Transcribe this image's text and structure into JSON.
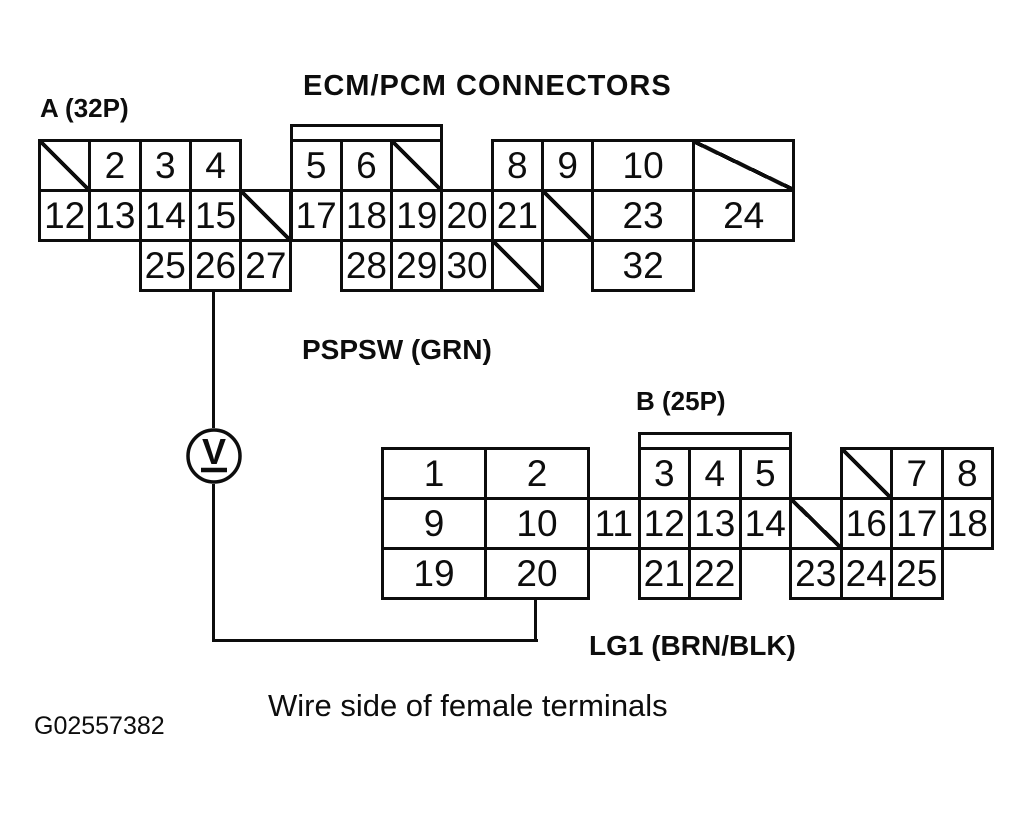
{
  "title": "ECM/PCM CONNECTORS",
  "footer_note": "Wire side of female terminals",
  "figure_id": "G02557382",
  "colors": {
    "line": "#0d0d0d",
    "background": "#ffffff"
  },
  "meter": {
    "type": "voltmeter",
    "letter": "V"
  },
  "connector_a": {
    "label": "A (32P)",
    "signal_label": "PSPSW (GRN)",
    "probed_pin": "26",
    "rows": [
      [
        {
          "c": 0,
          "type": "no-pin"
        },
        {
          "c": 1,
          "label": "2"
        },
        {
          "c": 2,
          "label": "3"
        },
        {
          "c": 3,
          "label": "4"
        },
        {
          "c": 5,
          "label": "5"
        },
        {
          "c": 6,
          "label": "6"
        },
        {
          "c": 7,
          "type": "no-pin"
        },
        {
          "c": 9,
          "label": "8"
        },
        {
          "c": 10,
          "label": "9"
        },
        {
          "c": 11,
          "s": 2,
          "label": "10"
        },
        {
          "c": 13,
          "s": 2,
          "type": "no-pin"
        }
      ],
      [
        {
          "c": 0,
          "label": "12"
        },
        {
          "c": 1,
          "label": "13"
        },
        {
          "c": 2,
          "label": "14"
        },
        {
          "c": 3,
          "label": "15"
        },
        {
          "c": 4,
          "type": "no-pin"
        },
        {
          "c": 5,
          "label": "17"
        },
        {
          "c": 6,
          "label": "18"
        },
        {
          "c": 7,
          "label": "19"
        },
        {
          "c": 8,
          "label": "20"
        },
        {
          "c": 9,
          "label": "21"
        },
        {
          "c": 10,
          "type": "no-pin"
        },
        {
          "c": 11,
          "s": 2,
          "label": "23"
        },
        {
          "c": 13,
          "s": 2,
          "label": "24"
        }
      ],
      [
        {
          "c": 2,
          "label": "25"
        },
        {
          "c": 3,
          "label": "26"
        },
        {
          "c": 4,
          "label": "27"
        },
        {
          "c": 6,
          "label": "28"
        },
        {
          "c": 7,
          "label": "29"
        },
        {
          "c": 8,
          "label": "30"
        },
        {
          "c": 9,
          "type": "no-pin"
        },
        {
          "c": 11,
          "s": 2,
          "label": "32"
        }
      ]
    ]
  },
  "connector_b": {
    "label": "B (25P)",
    "signal_label": "LG1 (BRN/BLK)",
    "probed_pin": "20",
    "rows": [
      [
        {
          "c": 0,
          "label": "1"
        },
        {
          "c": 1,
          "label": "2"
        },
        {
          "c": 3,
          "label": "3"
        },
        {
          "c": 4,
          "label": "4"
        },
        {
          "c": 5,
          "label": "5"
        },
        {
          "c": 7,
          "type": "no-pin"
        },
        {
          "c": 8,
          "label": "7"
        },
        {
          "c": 9,
          "label": "8"
        }
      ],
      [
        {
          "c": 0,
          "label": "9"
        },
        {
          "c": 1,
          "label": "10"
        },
        {
          "c": 2,
          "label": "11"
        },
        {
          "c": 3,
          "label": "12"
        },
        {
          "c": 4,
          "label": "13"
        },
        {
          "c": 5,
          "label": "14"
        },
        {
          "c": 6,
          "type": "no-pin"
        },
        {
          "c": 7,
          "label": "16"
        },
        {
          "c": 8,
          "label": "17"
        },
        {
          "c": 9,
          "label": "18"
        }
      ],
      [
        {
          "c": 0,
          "label": "19"
        },
        {
          "c": 1,
          "label": "20"
        },
        {
          "c": 3,
          "label": "21"
        },
        {
          "c": 4,
          "label": "22"
        },
        {
          "c": 6,
          "label": "23"
        },
        {
          "c": 7,
          "label": "24"
        },
        {
          "c": 8,
          "label": "25"
        }
      ]
    ]
  }
}
